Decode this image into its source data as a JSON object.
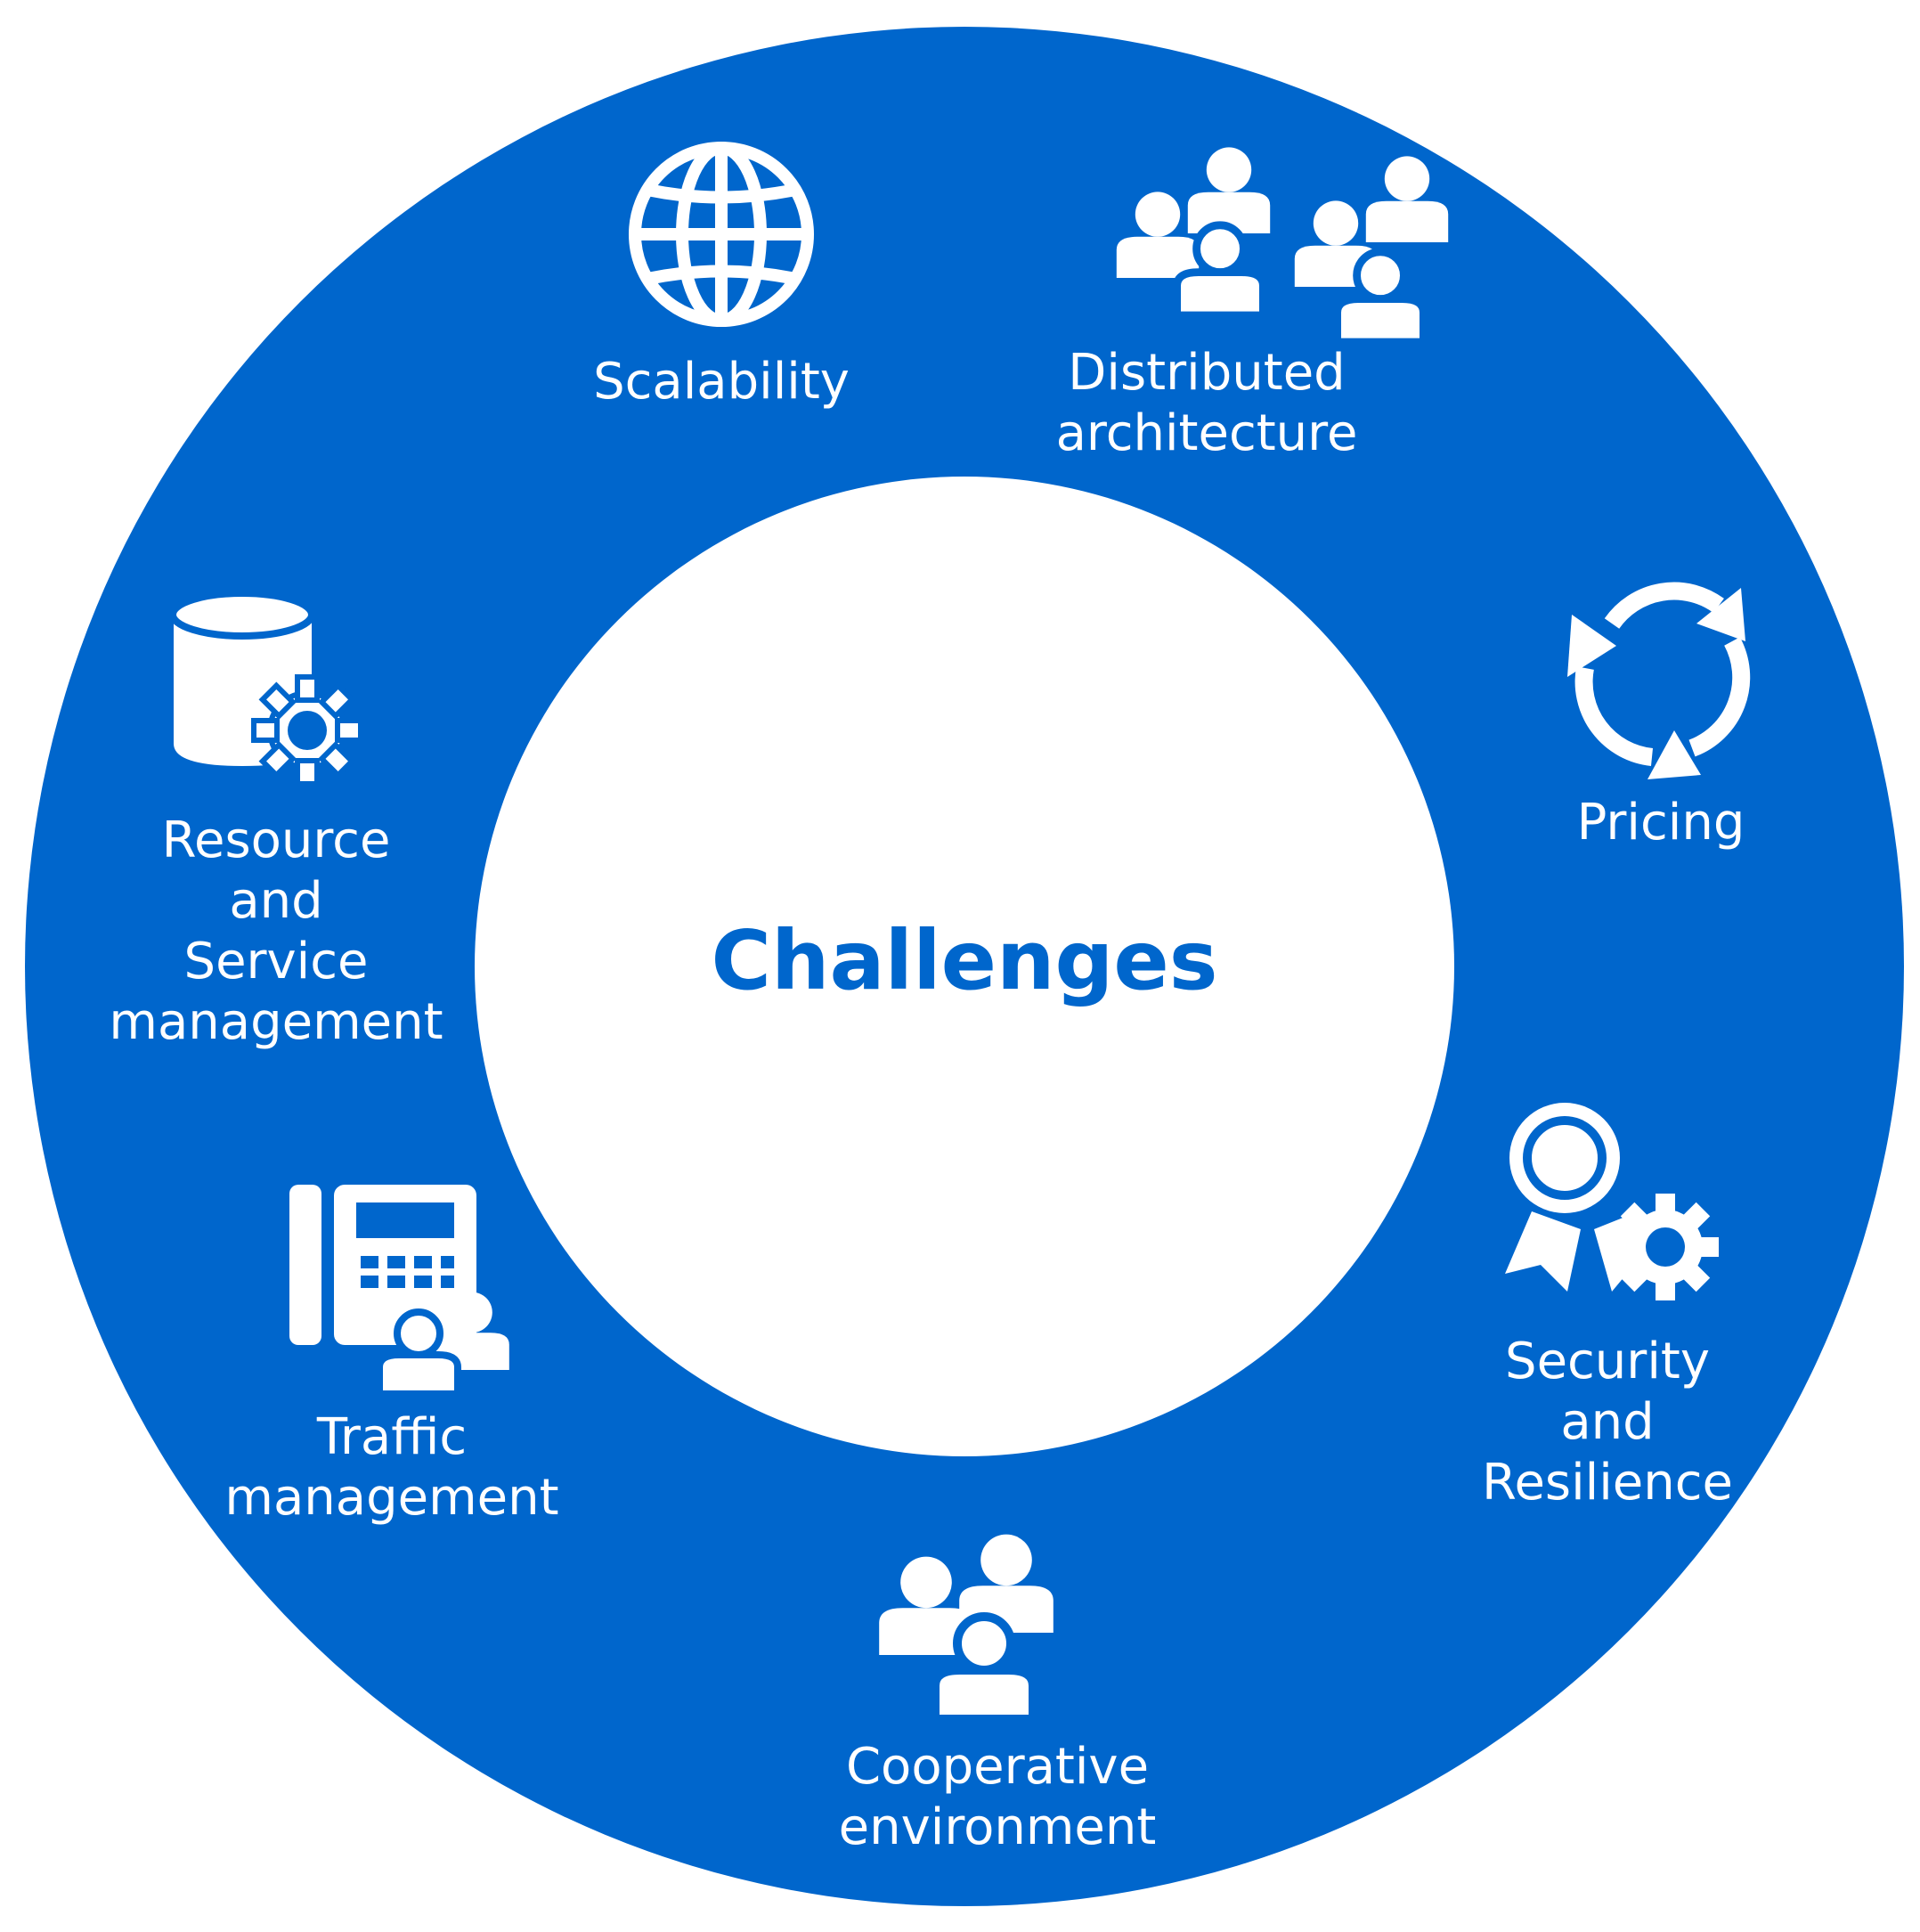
{
  "center": {
    "title": "Challenges"
  },
  "colors": {
    "ring": "#0066cc",
    "inner": "#ffffff",
    "icon": "#ffffff",
    "title": "#0066cc"
  },
  "segments": [
    {
      "id": "scalability",
      "label": "Scalability",
      "icon": "globe-icon"
    },
    {
      "id": "distributed",
      "label": "Distributed\narchitecture",
      "icon": "crowd-icon"
    },
    {
      "id": "pricing",
      "label": "Pricing",
      "icon": "refresh-arrows-icon"
    },
    {
      "id": "security",
      "label": "Security\nand\nResilience",
      "icon": "award-gear-icon"
    },
    {
      "id": "cooperative",
      "label": "Cooperative\nenvironment",
      "icon": "group-icon"
    },
    {
      "id": "traffic",
      "label": "Traffic\nmanagement",
      "icon": "phone-users-icon"
    },
    {
      "id": "resource",
      "label": "Resource\nand\nService\nmanagement",
      "icon": "database-gear-icon"
    }
  ]
}
